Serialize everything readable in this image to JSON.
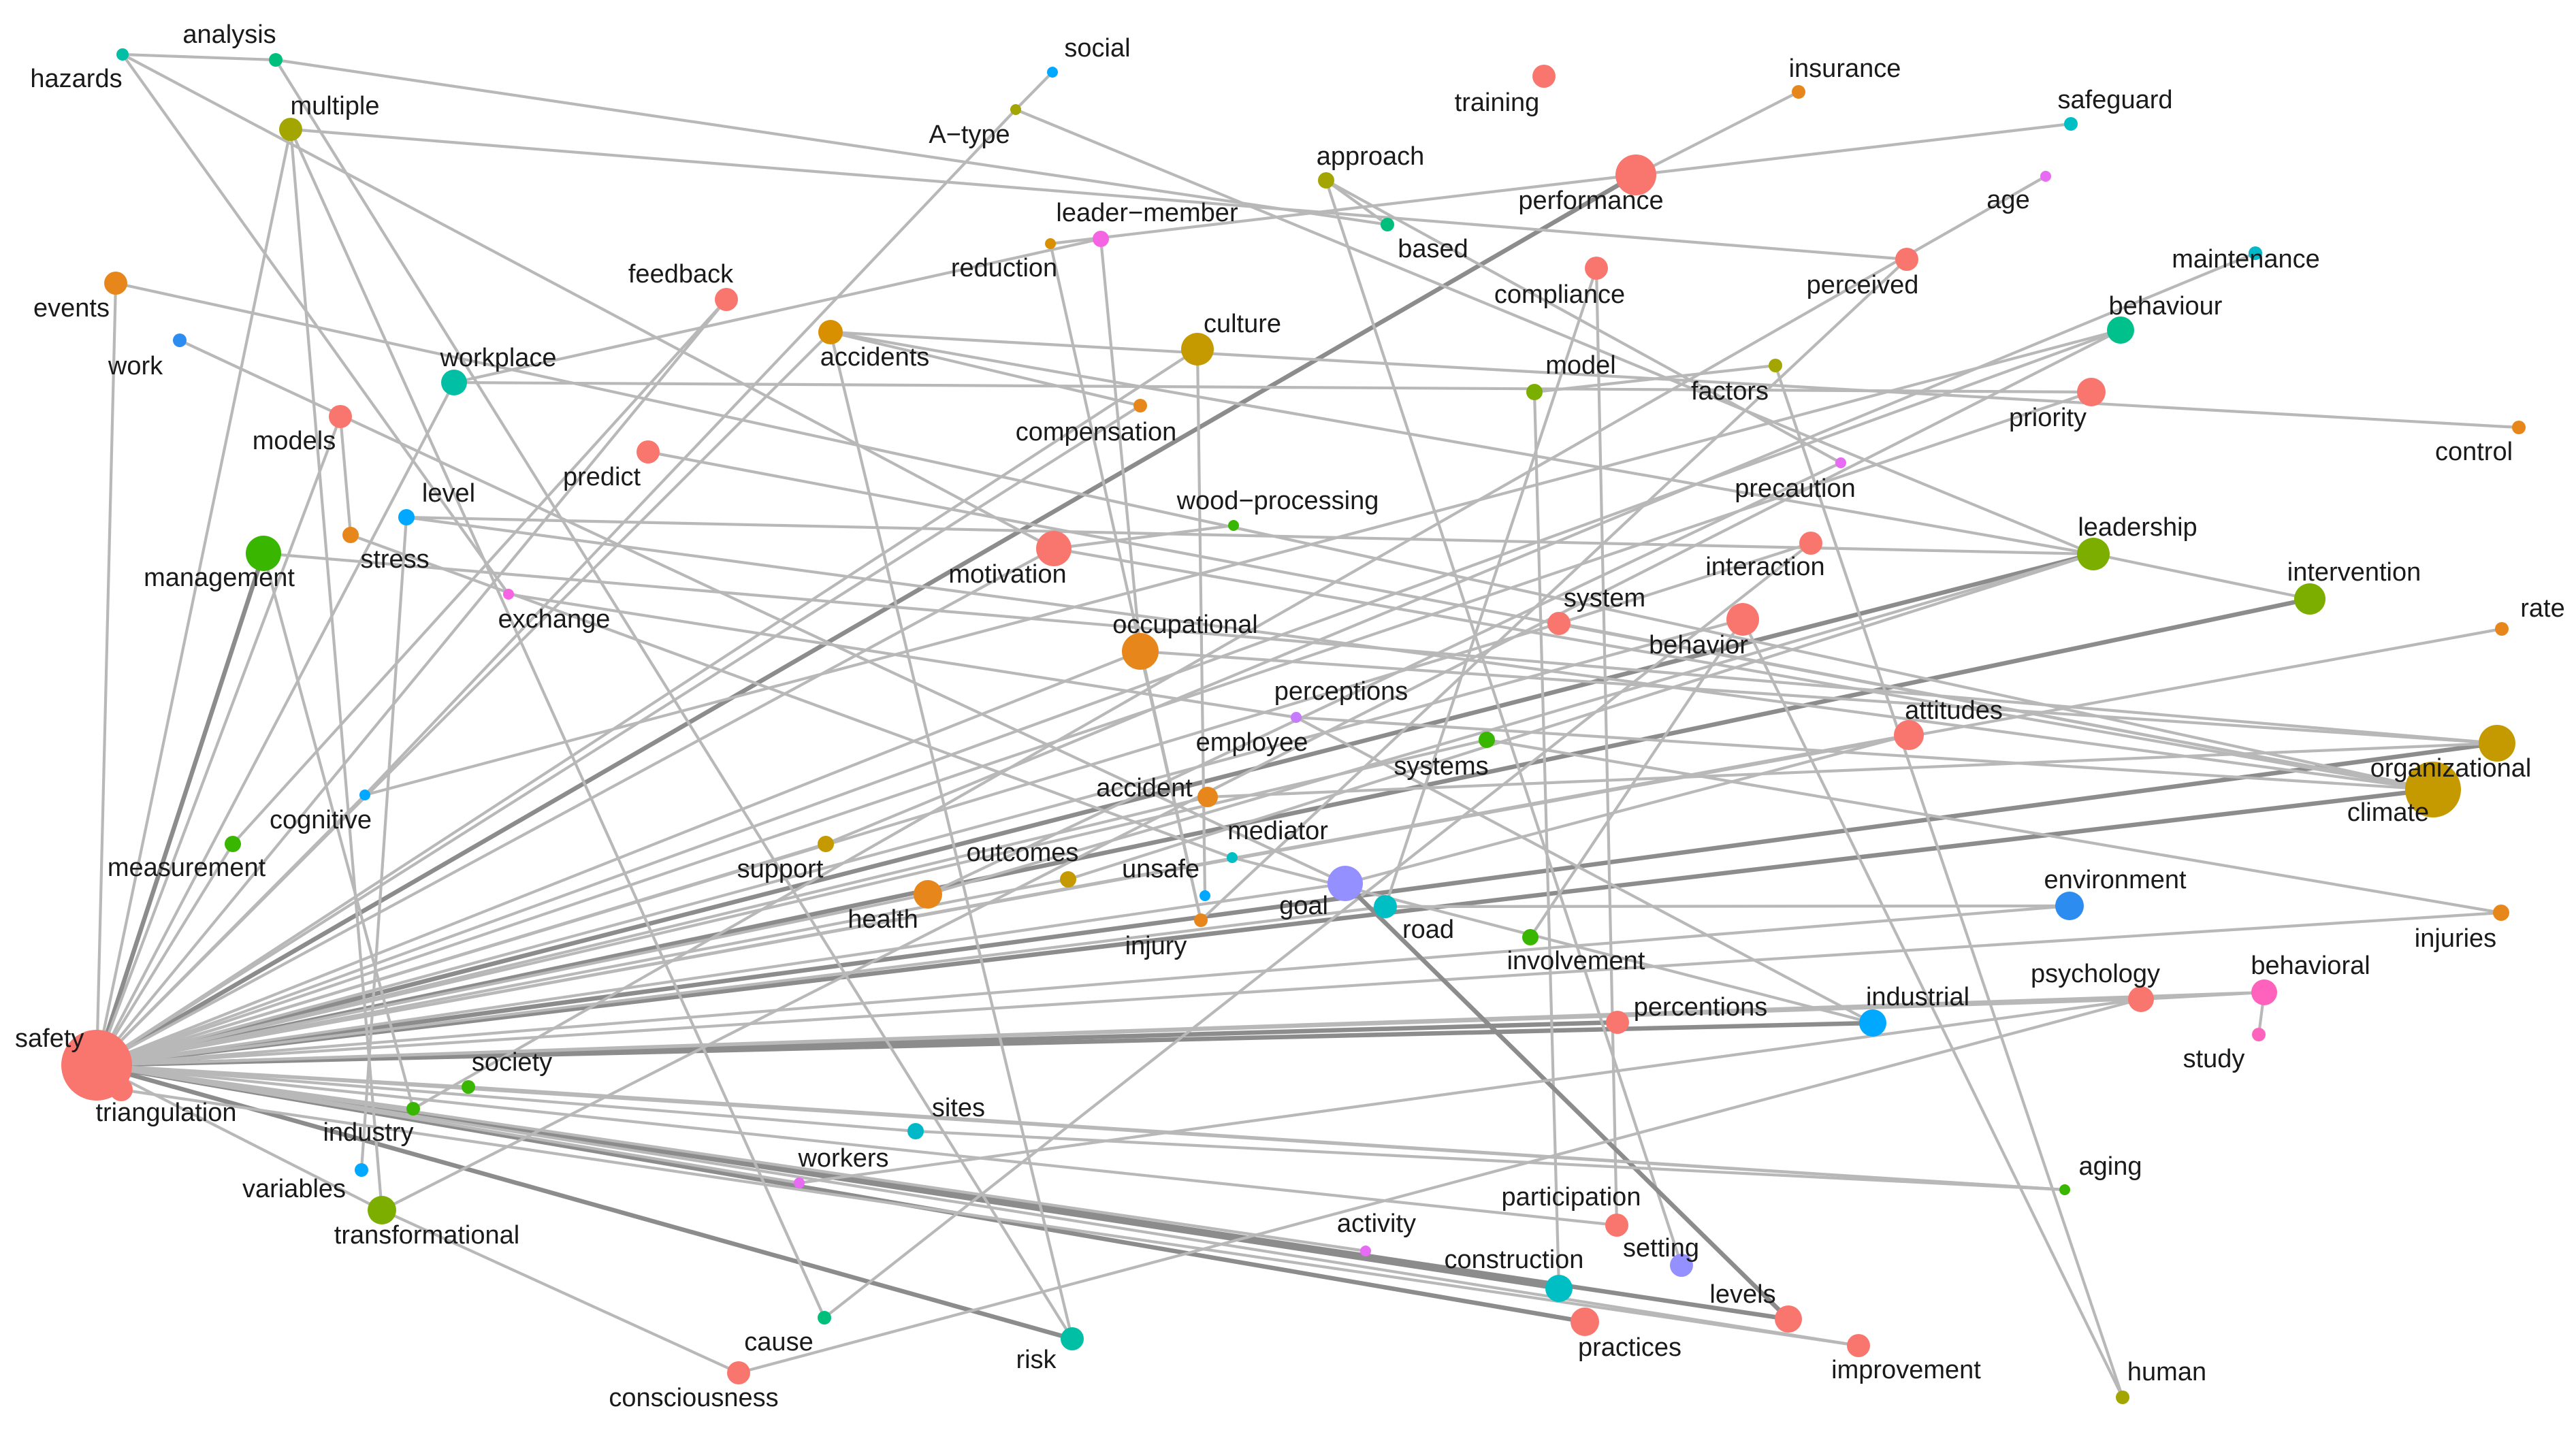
{
  "network": {
    "nodes": [
      {
        "id": "safety",
        "label": "safety",
        "color": "#F8766D",
        "size": 2.6
      },
      {
        "id": "hazards",
        "label": "hazards",
        "color": "#00BFA4",
        "size": 0.45
      },
      {
        "id": "analysis",
        "label": "analysis",
        "color": "#00BF7D",
        "size": 0.5
      },
      {
        "id": "multiple",
        "label": "multiple",
        "color": "#A3A500",
        "size": 0.85
      },
      {
        "id": "social",
        "label": "social",
        "color": "#00A9FF",
        "size": 0.4
      },
      {
        "id": "A-type",
        "label": "A−type",
        "color": "#A3A500",
        "size": 0.4
      },
      {
        "id": "training",
        "label": "training",
        "color": "#F8766D",
        "size": 0.85
      },
      {
        "id": "insurance",
        "label": "insurance",
        "color": "#E7861B",
        "size": 0.5
      },
      {
        "id": "safeguard",
        "label": "safeguard",
        "color": "#00BFC4",
        "size": 0.5
      },
      {
        "id": "approach",
        "label": "approach",
        "color": "#A3A500",
        "size": 0.6
      },
      {
        "id": "performance",
        "label": "performance",
        "color": "#F8766D",
        "size": 1.5
      },
      {
        "id": "age",
        "label": "age",
        "color": "#E76BF3",
        "size": 0.4
      },
      {
        "id": "leader-member",
        "label": "leader−member",
        "color": "#F564E3",
        "size": 0.6
      },
      {
        "id": "reduction",
        "label": "reduction",
        "color": "#D89000",
        "size": 0.4
      },
      {
        "id": "based",
        "label": "based",
        "color": "#00BF7D",
        "size": 0.5
      },
      {
        "id": "feedback",
        "label": "feedback",
        "color": "#F8766D",
        "size": 0.85
      },
      {
        "id": "events",
        "label": "events",
        "color": "#E7861B",
        "size": 0.85
      },
      {
        "id": "work",
        "label": "work",
        "color": "#2C8CF0",
        "size": 0.5
      },
      {
        "id": "workplace",
        "label": "workplace",
        "color": "#00BFA4",
        "size": 0.95
      },
      {
        "id": "accidents",
        "label": "accidents",
        "color": "#D89000",
        "size": 0.9
      },
      {
        "id": "culture",
        "label": "culture",
        "color": "#C49A00",
        "size": 1.2
      },
      {
        "id": "compliance",
        "label": "compliance",
        "color": "#F8766D",
        "size": 0.85
      },
      {
        "id": "perceived",
        "label": "perceived",
        "color": "#F8766D",
        "size": 0.85
      },
      {
        "id": "maintenance",
        "label": "maintenance",
        "color": "#00B8C8",
        "size": 0.5
      },
      {
        "id": "behaviour",
        "label": "behaviour",
        "color": "#00C08B",
        "size": 1.0
      },
      {
        "id": "models",
        "label": "models",
        "color": "#F8766D",
        "size": 0.85
      },
      {
        "id": "compensation",
        "label": "compensation",
        "color": "#E7861B",
        "size": 0.5
      },
      {
        "id": "model",
        "label": "model",
        "color": "#7CAE00",
        "size": 0.6
      },
      {
        "id": "factors",
        "label": "factors",
        "color": "#A3A500",
        "size": 0.5
      },
      {
        "id": "priority",
        "label": "priority",
        "color": "#F8766D",
        "size": 1.05
      },
      {
        "id": "control",
        "label": "control",
        "color": "#E7861B",
        "size": 0.5
      },
      {
        "id": "predict",
        "label": "predict",
        "color": "#F8766D",
        "size": 0.85
      },
      {
        "id": "level",
        "label": "level",
        "color": "#00A9FF",
        "size": 0.6
      },
      {
        "id": "wood-processing",
        "label": "wood−processing",
        "color": "#39B600",
        "size": 0.4
      },
      {
        "id": "precaution",
        "label": "precaution",
        "color": "#E76BF3",
        "size": 0.4
      },
      {
        "id": "leadership",
        "label": "leadership",
        "color": "#7CAE00",
        "size": 1.2
      },
      {
        "id": "management",
        "label": "management",
        "color": "#39B600",
        "size": 1.3
      },
      {
        "id": "stress",
        "label": "stress",
        "color": "#E7861B",
        "size": 0.6
      },
      {
        "id": "motivation",
        "label": "motivation",
        "color": "#F8766D",
        "size": 1.3
      },
      {
        "id": "interaction",
        "label": "interaction",
        "color": "#F8766D",
        "size": 0.85
      },
      {
        "id": "intervention",
        "label": "intervention",
        "color": "#7CAE00",
        "size": 1.15
      },
      {
        "id": "exchange",
        "label": "exchange",
        "color": "#F564E3",
        "size": 0.4
      },
      {
        "id": "system",
        "label": "system",
        "color": "#F8766D",
        "size": 0.85
      },
      {
        "id": "behavior",
        "label": "behavior",
        "color": "#F8766D",
        "size": 1.2
      },
      {
        "id": "rate",
        "label": "rate",
        "color": "#E7861B",
        "size": 0.5
      },
      {
        "id": "occupational",
        "label": "occupational",
        "color": "#E7861B",
        "size": 1.35
      },
      {
        "id": "perceptions",
        "label": "perceptions",
        "color": "#C77CFF",
        "size": 0.4
      },
      {
        "id": "employee",
        "label": "employee",
        "color": "#C77CFF",
        "size": 0.4
      },
      {
        "id": "attitudes",
        "label": "attitudes",
        "color": "#F8766D",
        "size": 1.1
      },
      {
        "id": "systems",
        "label": "systems",
        "color": "#39B600",
        "size": 0.6
      },
      {
        "id": "organizational",
        "label": "organizational",
        "color": "#C49A00",
        "size": 1.35
      },
      {
        "id": "cognitive",
        "label": "cognitive",
        "color": "#00A9FF",
        "size": 0.4
      },
      {
        "id": "accident",
        "label": "accident",
        "color": "#E7861B",
        "size": 0.75
      },
      {
        "id": "climate",
        "label": "climate",
        "color": "#C49A00",
        "size": 2.05
      },
      {
        "id": "measurement",
        "label": "measurement",
        "color": "#39B600",
        "size": 0.6
      },
      {
        "id": "mediator",
        "label": "mediator",
        "color": "#00BFC4",
        "size": 0.4
      },
      {
        "id": "support",
        "label": "support",
        "color": "#C49A00",
        "size": 0.6
      },
      {
        "id": "outcomes",
        "label": "outcomes",
        "color": "#C49A00",
        "size": 0.6
      },
      {
        "id": "unsafe",
        "label": "unsafe",
        "color": "#00A9FF",
        "size": 0.4
      },
      {
        "id": "health",
        "label": "health",
        "color": "#E7861B",
        "size": 1.05
      },
      {
        "id": "goal",
        "label": "goal",
        "color": "#9590FF",
        "size": 1.3
      },
      {
        "id": "road",
        "label": "road",
        "color": "#00BFC4",
        "size": 0.85
      },
      {
        "id": "injury",
        "label": "injury",
        "color": "#E7861B",
        "size": 0.5
      },
      {
        "id": "involvement",
        "label": "involvement",
        "color": "#39B600",
        "size": 0.6
      },
      {
        "id": "environment",
        "label": "environment",
        "color": "#2C8CF0",
        "size": 1.05
      },
      {
        "id": "injuries",
        "label": "injuries",
        "color": "#E7861B",
        "size": 0.6
      },
      {
        "id": "perceptions2",
        "label": "percentions",
        "color": "#F8766D",
        "size": 0.85
      },
      {
        "id": "industrial",
        "label": "industrial",
        "color": "#00A9FF",
        "size": 1.0
      },
      {
        "id": "psychology",
        "label": "psychology",
        "color": "#F8766D",
        "size": 0.95
      },
      {
        "id": "behavioral",
        "label": "behavioral",
        "color": "#FF62BC",
        "size": 0.95
      },
      {
        "id": "study",
        "label": "study",
        "color": "#FF62BC",
        "size": 0.5
      },
      {
        "id": "triangulation",
        "label": "triangulation",
        "color": "#F8766D",
        "size": 0.85
      },
      {
        "id": "society",
        "label": "society",
        "color": "#39B600",
        "size": 0.5
      },
      {
        "id": "industry",
        "label": "industry",
        "color": "#39B600",
        "size": 0.5
      },
      {
        "id": "sites",
        "label": "sites",
        "color": "#00B8C8",
        "size": 0.6
      },
      {
        "id": "variables",
        "label": "variables",
        "color": "#00A9FF",
        "size": 0.5
      },
      {
        "id": "transformational",
        "label": "transformational",
        "color": "#7CAE00",
        "size": 1.05
      },
      {
        "id": "workers",
        "label": "workers",
        "color": "#E76BF3",
        "size": 0.4
      },
      {
        "id": "aging",
        "label": "aging",
        "color": "#39B600",
        "size": 0.4
      },
      {
        "id": "participation",
        "label": "participation",
        "color": "#F8766D",
        "size": 0.85
      },
      {
        "id": "activity",
        "label": "activity",
        "color": "#E76BF3",
        "size": 0.4
      },
      {
        "id": "setting",
        "label": "setting",
        "color": "#9590FF",
        "size": 0.85
      },
      {
        "id": "construction",
        "label": "construction",
        "color": "#00BFC4",
        "size": 1.0
      },
      {
        "id": "levels",
        "label": "levels",
        "color": "#F8766D",
        "size": 1.0
      },
      {
        "id": "cause",
        "label": "cause",
        "color": "#00BF7D",
        "size": 0.5
      },
      {
        "id": "risk",
        "label": "risk",
        "color": "#00BFA4",
        "size": 0.85
      },
      {
        "id": "practices",
        "label": "practices",
        "color": "#F8766D",
        "size": 1.05
      },
      {
        "id": "improvement",
        "label": "improvement",
        "color": "#F8766D",
        "size": 0.85
      },
      {
        "id": "human",
        "label": "human",
        "color": "#A3A500",
        "size": 0.5
      },
      {
        "id": "consciousness",
        "label": "consciousness",
        "color": "#F8766D",
        "size": 0.85
      }
    ],
    "edges": [
      [
        "safety",
        "climate",
        1
      ],
      [
        "safety",
        "organizational",
        1
      ],
      [
        "safety",
        "performance",
        1
      ],
      [
        "safety",
        "leadership",
        1
      ],
      [
        "safety",
        "intervention",
        1
      ],
      [
        "safety",
        "management",
        1
      ],
      [
        "safety",
        "industrial",
        1
      ],
      [
        "safety",
        "perceptions2",
        1
      ],
      [
        "safety",
        "practices",
        1
      ],
      [
        "safety",
        "levels",
        1
      ],
      [
        "safety",
        "construction",
        1
      ],
      [
        "safety",
        "risk",
        1
      ],
      [
        "safety",
        "multiple",
        0
      ],
      [
        "safety",
        "events",
        0
      ],
      [
        "safety",
        "workplace",
        0
      ],
      [
        "safety",
        "models",
        0
      ],
      [
        "safety",
        "cognitive",
        0
      ],
      [
        "safety",
        "measurement",
        0
      ],
      [
        "safety",
        "culture",
        0
      ],
      [
        "safety",
        "accidents",
        0
      ],
      [
        "safety",
        "behaviour",
        0
      ],
      [
        "safety",
        "priority",
        0
      ],
      [
        "safety",
        "attitudes",
        0
      ],
      [
        "safety",
        "environment",
        0
      ],
      [
        "safety",
        "psychology",
        0
      ],
      [
        "safety",
        "behavioral",
        0
      ],
      [
        "safety",
        "rate",
        0
      ],
      [
        "safety",
        "injuries",
        0
      ],
      [
        "safety",
        "behavior",
        0
      ],
      [
        "safety",
        "occupational",
        0
      ],
      [
        "safety",
        "motivation",
        0
      ],
      [
        "safety",
        "health",
        0
      ],
      [
        "safety",
        "support",
        0
      ],
      [
        "safety",
        "outcomes",
        0
      ],
      [
        "safety",
        "accident",
        0
      ],
      [
        "safety",
        "goal",
        0
      ],
      [
        "safety",
        "road",
        0
      ],
      [
        "safety",
        "system",
        0
      ],
      [
        "safety",
        "systems",
        0
      ],
      [
        "safety",
        "aging",
        0
      ],
      [
        "safety",
        "sites",
        0
      ],
      [
        "safety",
        "participation",
        0
      ],
      [
        "safety",
        "improvement",
        0
      ],
      [
        "safety",
        "triangulation",
        0
      ],
      [
        "safety",
        "society",
        0
      ],
      [
        "safety",
        "industry",
        0
      ],
      [
        "safety",
        "transformational",
        0
      ],
      [
        "safety",
        "workers",
        0
      ],
      [
        "safety",
        "activity",
        0
      ],
      [
        "safety",
        "feedback",
        0
      ],
      [
        "safety",
        "compensation",
        0
      ],
      [
        "hazards",
        "analysis",
        0
      ],
      [
        "hazards",
        "motivation",
        0
      ],
      [
        "hazards",
        "exchange",
        0
      ],
      [
        "analysis",
        "based",
        0
      ],
      [
        "analysis",
        "risk",
        0
      ],
      [
        "multiple",
        "transformational",
        0
      ],
      [
        "multiple",
        "cause",
        0
      ],
      [
        "multiple",
        "perceived",
        0
      ],
      [
        "social",
        "A-type",
        0
      ],
      [
        "A-type",
        "leadership",
        0
      ],
      [
        "A-type",
        "cognitive",
        0
      ],
      [
        "insurance",
        "performance",
        0
      ],
      [
        "safeguard",
        "reduction",
        0
      ],
      [
        "approach",
        "based",
        0
      ],
      [
        "approach",
        "setting",
        0
      ],
      [
        "approach",
        "precaution",
        0
      ],
      [
        "age",
        "industry",
        0
      ],
      [
        "leader-member",
        "workplace",
        0
      ],
      [
        "leader-member",
        "occupational",
        0
      ],
      [
        "reduction",
        "injury",
        0
      ],
      [
        "feedback",
        "measurement",
        0
      ],
      [
        "events",
        "climate",
        0
      ],
      [
        "work",
        "goal",
        0
      ],
      [
        "workplace",
        "priority",
        0
      ],
      [
        "accidents",
        "compensation",
        0
      ],
      [
        "accidents",
        "risk",
        0
      ],
      [
        "accidents",
        "control",
        0
      ],
      [
        "accidents",
        "leadership",
        0
      ],
      [
        "culture",
        "unsafe",
        0
      ],
      [
        "compliance",
        "participation",
        0
      ],
      [
        "compliance",
        "road",
        0
      ],
      [
        "perceived",
        "injury",
        0
      ],
      [
        "maintenance",
        "support",
        0
      ],
      [
        "behaviour",
        "cognitive",
        0
      ],
      [
        "behaviour",
        "transformational",
        0
      ],
      [
        "models",
        "stress",
        0
      ],
      [
        "model",
        "construction",
        0
      ],
      [
        "model",
        "factors",
        0
      ],
      [
        "factors",
        "human",
        0
      ],
      [
        "predict",
        "climate",
        0
      ],
      [
        "level",
        "climate",
        0
      ],
      [
        "level",
        "variables",
        0
      ],
      [
        "level",
        "leadership",
        0
      ],
      [
        "wood-processing",
        "motivation",
        0
      ],
      [
        "precaution",
        "health",
        0
      ],
      [
        "leadership",
        "intervention",
        0
      ],
      [
        "leadership",
        "outcomes",
        0
      ],
      [
        "management",
        "organizational",
        0
      ],
      [
        "management",
        "industry",
        0
      ],
      [
        "stress",
        "mediator",
        0
      ],
      [
        "motivation",
        "climate",
        0
      ],
      [
        "interaction",
        "system",
        0
      ],
      [
        "interaction",
        "cause",
        0
      ],
      [
        "exchange",
        "employee",
        0
      ],
      [
        "system",
        "climate",
        0
      ],
      [
        "behavior",
        "human",
        0
      ],
      [
        "behavior",
        "involvement",
        0
      ],
      [
        "occupational",
        "injury",
        0
      ],
      [
        "occupational",
        "organizational",
        0
      ],
      [
        "perceptions",
        "industrial",
        0
      ],
      [
        "employee",
        "climate",
        0
      ],
      [
        "attitudes",
        "goal",
        0
      ],
      [
        "systems",
        "injuries",
        0
      ],
      [
        "accident",
        "organizational",
        0
      ],
      [
        "goal",
        "levels",
        1
      ],
      [
        "road",
        "environment",
        0
      ],
      [
        "psychology",
        "behavioral",
        0
      ],
      [
        "psychology",
        "consciousness",
        0
      ],
      [
        "behavioral",
        "study",
        0
      ],
      [
        "sites",
        "aging",
        0
      ],
      [
        "transformational",
        "consciousness",
        0
      ],
      [
        "triangulation",
        "improvement",
        0
      ],
      [
        "society",
        "aging",
        0
      ],
      [
        "workers",
        "psychology",
        0
      ],
      [
        "mediator",
        "industrial",
        0
      ],
      [
        "health",
        "leadership",
        0
      ]
    ]
  }
}
